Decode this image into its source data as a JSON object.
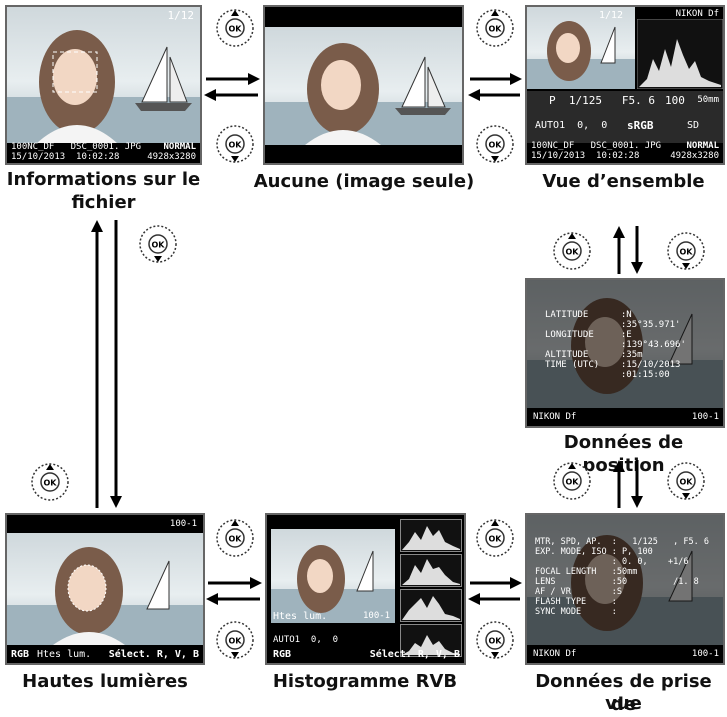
{
  "captions": {
    "file_info_1": "Informations sur le",
    "file_info_2": "fichier",
    "none": "Aucune (image seule)",
    "overview": "Vue d’ensemble",
    "position": "Données de position",
    "highlights": "Hautes lumières",
    "rgb_histogram": "Histogramme RVB",
    "shooting_1": "Données de prise de",
    "shooting_2": "vue"
  },
  "file_info_screen": {
    "frame_count": "1/12",
    "folder_file": "100NC_DF   DSC_0001. JPG",
    "datetime": "15/10/2013  10:02:28",
    "quality": "NORMAL",
    "size": "4928x3280"
  },
  "overview_screen": {
    "frame_count": "1/12",
    "camera": "NIKON Df",
    "exposure": "P  1/125   F5. 6",
    "iso": "100",
    "focal": "50mm",
    "wb_line": "AUTO1  0,  0",
    "color_space": "sRGB",
    "picture_control": "SD",
    "folder_file": "100NC_DF   DSC_0001. JPG",
    "datetime": "15/10/2013  10:02:28",
    "quality": "NORMAL",
    "size": "4928x3280"
  },
  "position_screen": {
    "lines": "LATITUDE      :N\n              :35°35.971'\nLONGITUDE     :E\n              :139°43.696'\nALTITUDE      :35m\nTIME (UTC)    :15/10/2013\n              :01:15:00",
    "camera": "NIKON Df",
    "frame": "100-1"
  },
  "shooting_screen": {
    "lines": "MTR, SPD, AP.  :   1/125   , F5. 6\nEXP. MODE, ISO : P, 100\n               : 0. 0,    +1/6\nFOCAL LENGTH   :50mm\nLENS           :50         /1. 8\nAF / VR        :S\nFLASH TYPE     :\nSYNC MODE      :\n",
    "camera": "NIKON Df",
    "frame": "100-1"
  },
  "highlights_screen": {
    "frame": "100-1",
    "channel": "RGB",
    "label": "Htes lum.",
    "select": "Sélect. R, V, B"
  },
  "rgb_screen": {
    "label": "Htes lum.",
    "frame": "100-1",
    "wb_line": "AUTO1  0,  0",
    "channel": "RGB",
    "select": "Sélect. R, V, B"
  }
}
